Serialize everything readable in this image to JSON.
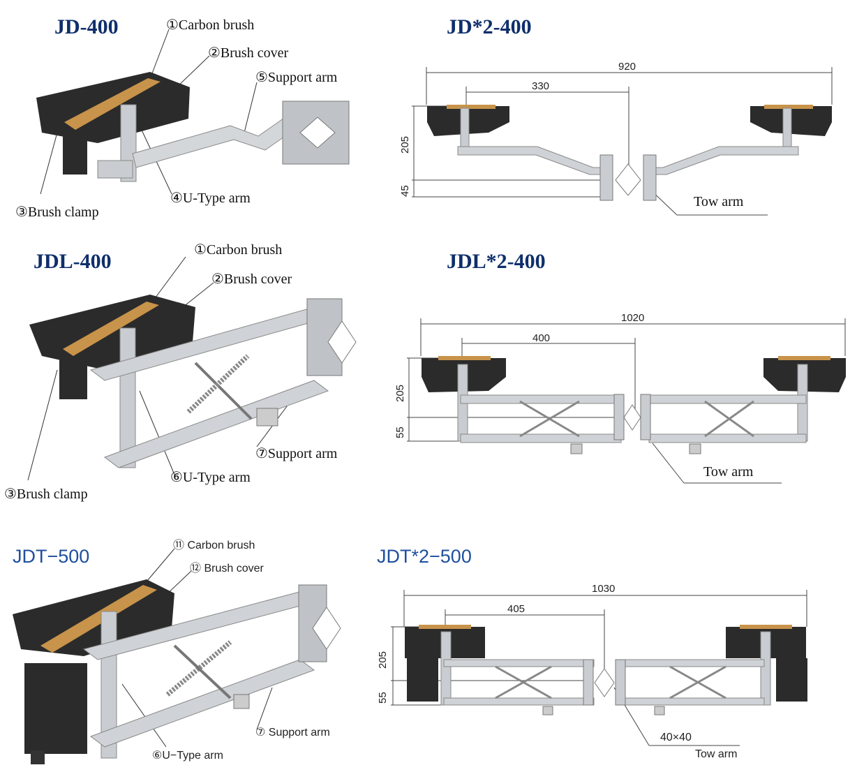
{
  "sections": [
    {
      "title": "JD-400",
      "labels": {
        "carbon_brush": "①Carbon brush",
        "brush_cover": "②Brush cover",
        "support_arm": "⑤Support arm",
        "u_type_arm": "④U-Type arm",
        "brush_clamp": "③Brush clamp"
      }
    },
    {
      "title": "JD*2-400",
      "dims": {
        "total": "920",
        "half": "330",
        "height": "205",
        "lower": "45"
      },
      "tow_arm": "Tow arm"
    },
    {
      "title": "JDL-400",
      "labels": {
        "carbon_brush": "①Carbon brush",
        "brush_cover": "②Brush cover",
        "support_arm": "⑦Support arm",
        "u_type_arm": "⑥U-Type arm",
        "brush_clamp": "③Brush clamp"
      }
    },
    {
      "title": "JDL*2-400",
      "dims": {
        "total": "1020",
        "half": "400",
        "height": "205",
        "lower": "55"
      },
      "tow_arm": "Tow arm"
    },
    {
      "title": "JDT−500",
      "labels": {
        "carbon_brush": "⑪ Carbon brush",
        "brush_cover": "⑫ Brush cover",
        "support_arm": "⑦ Support arm",
        "u_type_arm": "⑥U−Type arm"
      }
    },
    {
      "title": "JDT*2−500",
      "dims": {
        "total": "1030",
        "half": "405",
        "height": "205",
        "lower": "55",
        "section": "40×40"
      },
      "tow_arm": "Tow arm"
    }
  ],
  "colors": {
    "title_serif": "#0f2f6b",
    "title_sans": "#1f4f9e",
    "brush": "#2a2a2a",
    "carbon": "#c8934a",
    "steel": "#c9ccd0"
  }
}
